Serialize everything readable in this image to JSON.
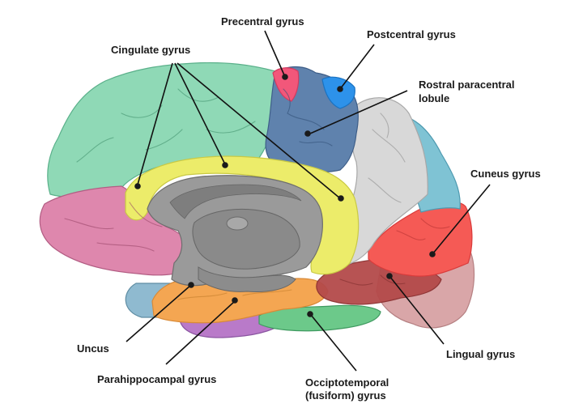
{
  "figure": {
    "title": "Medial view of the brain — gyri",
    "labels": {
      "precentral": "Precentral gyrus",
      "postcentral": "Postcentral gyrus",
      "cingulate": "Cingulate gyrus",
      "rostral_line1": "Rostral paracentral",
      "rostral_line2": "lobule",
      "cuneus": "Cuneus gyrus",
      "uncus": "Uncus",
      "parahippocampal": "Parahippocampal gyrus",
      "occipito_line1": "Occiptotemporal",
      "occipito_line2": "(fusiform) gyrus",
      "lingual": "Lingual gyrus"
    },
    "region_colors": {
      "superior_frontal": "#8fd9b6",
      "orbitofrontal": "#de87ad",
      "cingulate": "#ecec6a",
      "precentral": "#f2577a",
      "paracentral": "#5f82ad",
      "postcentral": "#2d92ea",
      "precuneus": "#d8d8d8",
      "parieto_occipital": "#7fc3d4",
      "cuneus": "#f55a55",
      "lingual": "#b44a4a",
      "occipital_pole": "#d9a6a8",
      "parahippocampal": "#f4a652",
      "fusiform": "#6cc98a",
      "inferior_temporal": "#b97ac9",
      "temporal_pole": "#8fbad0",
      "corpus_callosum": "#9a9a9a",
      "diencephalon": "#8a8a8a"
    }
  }
}
